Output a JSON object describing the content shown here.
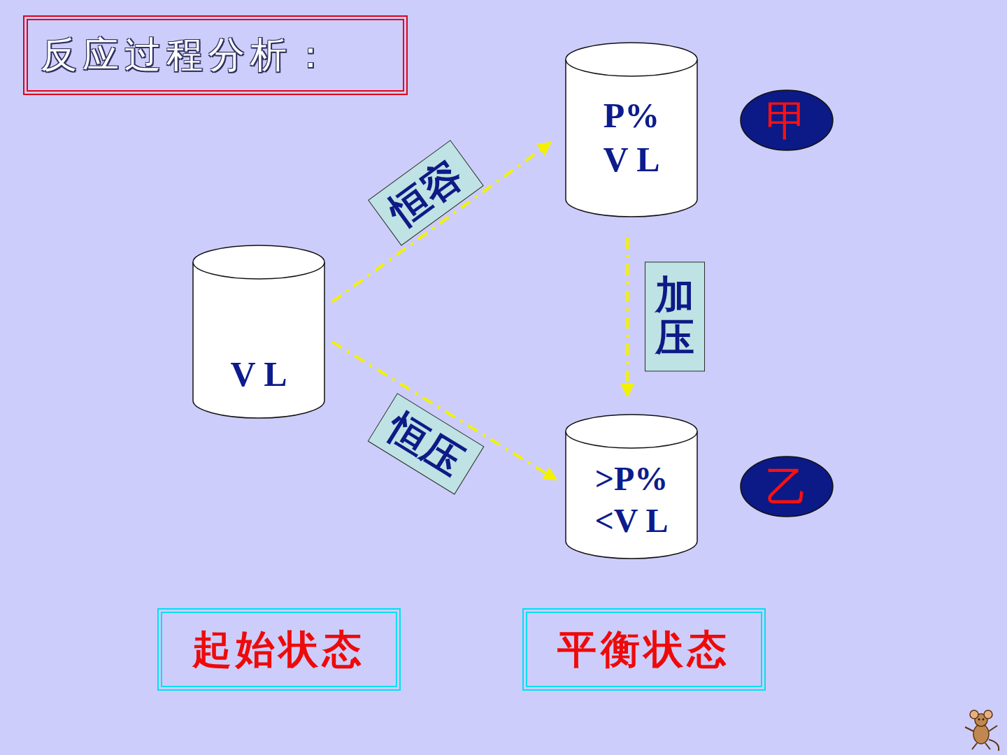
{
  "diagram": {
    "title": "反应过程分析：",
    "nodes": [
      {
        "text": [
          "P%",
          "V L"
        ]
      },
      {
        "text": [
          "甲"
        ]
      },
      {
        "text": [
          "V L"
        ]
      },
      {
        "text": [
          ">P%",
          "<V L"
        ]
      },
      {
        "text": [
          "乙"
        ]
      },
      {
        "text": [
          "起始状态"
        ]
      },
      {
        "text": [
          "平衡状态"
        ]
      }
    ],
    "edges": [
      {
        "from": 2,
        "to": 0,
        "label": "恒容",
        "arrow": "to"
      },
      {
        "from": 0,
        "to": 3,
        "label": "加压",
        "arrow": "to"
      },
      {
        "from": 2,
        "to": 3,
        "label": "恒压",
        "arrow": "to"
      }
    ]
  }
}
